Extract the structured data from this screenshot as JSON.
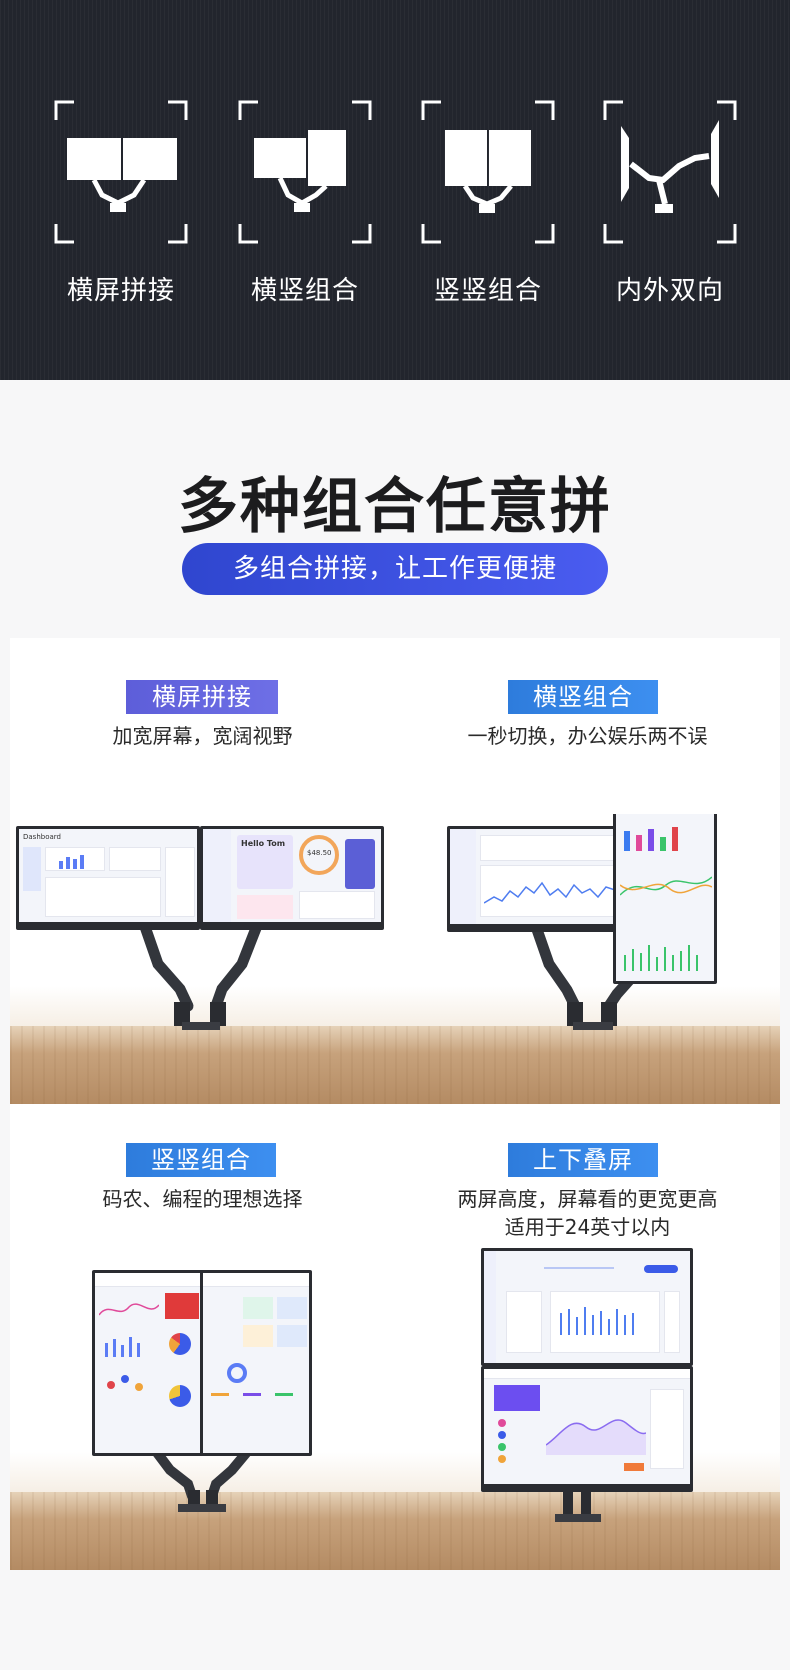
{
  "modes": [
    {
      "label": "横屏拼接",
      "icon": "horizontal-splice-icon"
    },
    {
      "label": "横竖组合",
      "icon": "horizontal-vertical-combo-icon"
    },
    {
      "label": "竖竖组合",
      "icon": "vertical-vertical-combo-icon"
    },
    {
      "label": "内外双向",
      "icon": "inward-outward-arms-icon"
    }
  ],
  "title": "多种组合任意拼",
  "subtitle": "多组合拼接，让工作更便捷",
  "panels": [
    {
      "tag": "横屏拼接",
      "caption": "加宽屏幕，宽阔视野"
    },
    {
      "tag": "横竖组合",
      "caption": "一秒切换，办公娱乐两不误"
    },
    {
      "tag": "竖竖组合",
      "caption": "码农、编程的理想选择"
    },
    {
      "tag": "上下叠屏",
      "caption_line1": "两屏高度，屏幕看的更宽更高",
      "caption_line2": "适用于24英寸以内"
    }
  ],
  "screens": {
    "dashboard_title": "Dashboard",
    "hello": "Hello Tom",
    "price": "$48.50"
  },
  "colors": {
    "dark_band": "#22252d",
    "pill": "#3a4fe0",
    "tag_purple": "#6465de",
    "tag_blue": "#3486e6"
  }
}
